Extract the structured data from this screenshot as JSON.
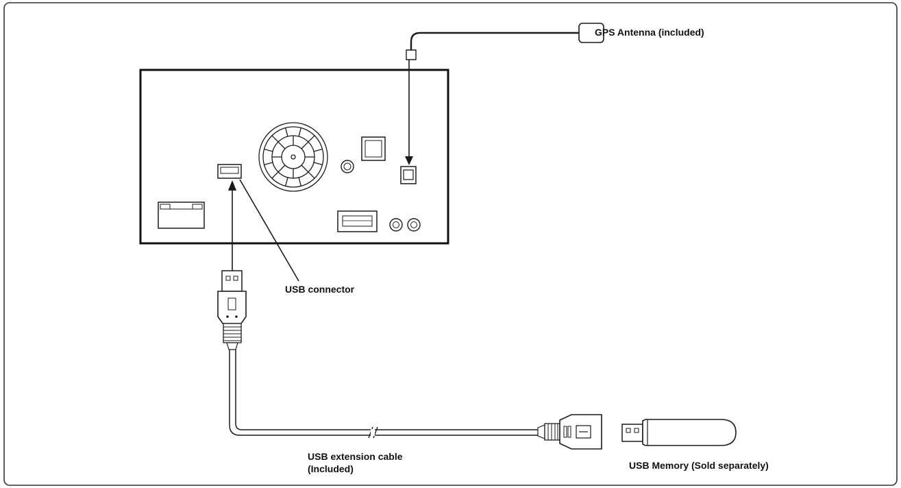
{
  "labels": {
    "gps_antenna": "GPS Antenna (included)",
    "usb_connector": "USB connector",
    "usb_extension_line1": "USB extension cable",
    "usb_extension_line2": "(Included)",
    "usb_memory": "USB Memory (Sold separately)"
  },
  "colors": {
    "line": "#1a1a1a",
    "background": "#ffffff"
  }
}
